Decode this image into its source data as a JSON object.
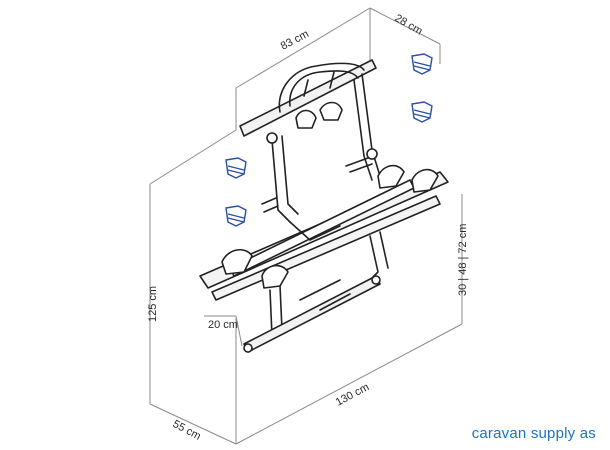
{
  "dimensions": {
    "width_top": "83 cm",
    "depth_top": "28 cm",
    "height_total": "125 cm",
    "rail_spacing": "30 | 48 | 72 cm",
    "bottom_offset": "20 cm",
    "length_bottom": "130 cm",
    "depth_bottom": "55 cm"
  },
  "brand": "caravan supply as",
  "colors": {
    "dimension_line": "#8b8b8b",
    "icon": "#2b4ea8",
    "brand": "#1a74c4",
    "frame": "#222222"
  },
  "icons": [
    "upper-mount-icon",
    "lower-mount-icon"
  ]
}
